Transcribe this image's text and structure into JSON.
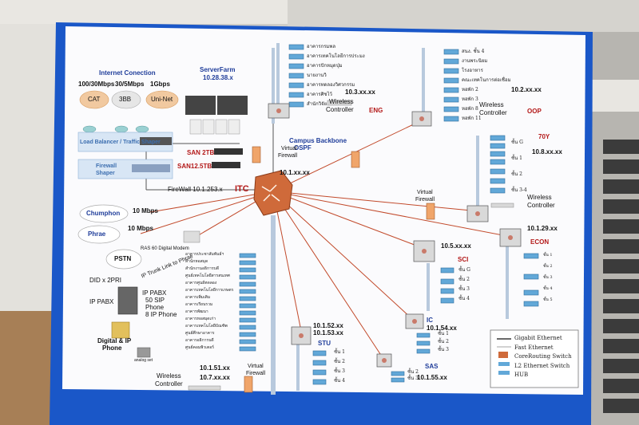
{
  "internet": {
    "title": "Internet Conection",
    "speeds": [
      "100/30Mbps",
      "30/5Mbps",
      "1Gbps"
    ],
    "clouds": [
      "CAT",
      "3BB",
      "Uni-Net"
    ]
  },
  "edge_devices": {
    "shaper": "Load Balancer / Traffic Shaper",
    "firewall_shaper": [
      "Firewall",
      "Shaper"
    ],
    "firewall": "FireWall 10.1.253.x"
  },
  "serverfarm": {
    "title": "ServerFarm",
    "subnet": "10.28.38.x",
    "san1": "SAN 2TB",
    "san2": "SAN12.5TB"
  },
  "core": {
    "label": "ITC",
    "subnet": "10.1.xx.xx",
    "backbone": [
      "Campus Backbone",
      "OSPF"
    ],
    "virtual_firewall": [
      "Virtual",
      "Firewall"
    ]
  },
  "eng": {
    "label": "ENG",
    "subnet": "10.3.xx.xx",
    "wireless": [
      "Wireless",
      "Controller"
    ],
    "floors": [
      "อาคารกรมพล",
      "อาคารเทคโนโลยีการประมง",
      "อาคารปักหมุดปุ่ม",
      "นายงานวิ",
      "อาคารทดลองวิศวกรรม",
      "อาคารศิชไว้",
      "สำนักวิจัย"
    ]
  },
  "oop": {
    "label": "OOP",
    "subnet": "10.2.xx.xx",
    "wireless": [
      "Wireless",
      "Controller"
    ],
    "floors": [
      "สนง. ชั้น 4",
      "งานพระนิยม",
      "โรงอาหาร",
      "คณะเทคโนการต่อเชื่อม",
      "หอพัก 2",
      "หอพัก 3",
      "หอพัก 8",
      "หอพัก 11"
    ]
  },
  "y70": {
    "label": "70Y",
    "subnet": "10.8.xx.xx",
    "wireless": [
      "Wireless",
      "Controller"
    ],
    "floors": [
      "ชั้น G",
      "ชั้น 1",
      "ชั้น 2",
      "ชั้น 3-4"
    ]
  },
  "virtual_firewall_2": [
    "Virtual",
    "Firewall"
  ],
  "econ": {
    "label": "ECON",
    "subnet": "10.1.29.xx",
    "floors": [
      "ชั้น 1",
      "ชั้น 2",
      "ชั้น 3",
      "ชั้น 4",
      "ชั้น 5"
    ]
  },
  "sci": {
    "label": "SCI",
    "subnet": "10.5.xx.xx",
    "floors": [
      "ชั้น G",
      "ชั้น 2",
      "ชั้น 3",
      "ชั้น 4"
    ]
  },
  "ic": {
    "label": "IC",
    "subnet": "10.1.54.xx",
    "floors": [
      "ชั้น 1",
      "ชั้น 2",
      "ชั้น 3"
    ]
  },
  "sas": {
    "label": "SAS",
    "subnet": "10.1.55.xx",
    "floors": [
      "ชั้น 2",
      "ชั้น 3"
    ]
  },
  "stu": {
    "label": "STU",
    "subnets": [
      "10.1.52.xx",
      "10.1.53.xx"
    ],
    "floors": [
      "ชั้น 1",
      "ชั้น 2",
      "ชั้น 3",
      "ชั้น 4"
    ]
  },
  "itc_access": {
    "subnets": [
      "10.1.51.xx",
      "10.7.xx.xx"
    ],
    "wireless": [
      "Wireless",
      "Controller"
    ],
    "virtual_firewall": [
      "Virtual",
      "Firewall"
    ],
    "floors": [
      "อาคารประชาสัมพันธ์ฯ",
      "สำนักหอสมุด",
      "สำนักงานอธิการบดี",
      "ศูนย์เทคโนโลยีสารสนเทศ",
      "อาคารศูนย์ทดลอง",
      "อาคารเทคโนโลยีการเกษตร",
      "อาคารเพิ่มเติม",
      "อาคารเรียนรวม",
      "อาคารพัฒนา",
      "อาคารหอสมุดเก่า",
      "อาคารเทคโนโลยีบัณฑิต",
      "ศูนย์ศึกษาอาคาร",
      "อาคารอธิการบดี",
      "ศูนย์คอมพิวเตอร์"
    ]
  },
  "remote": {
    "chumphon": "Chumphon",
    "chumphon_speed": "10 Mbps",
    "phrae": "Phrae",
    "phrae_speed": "10 Mbps",
    "modem": "RAS 60 Digital Modem"
  },
  "voice": {
    "pstn": "PSTN",
    "did": "DID x 2PRI",
    "ip_trunk": "IP Trunk Link to Phrae",
    "ip_pabx": "IP PABX",
    "pabx_box": [
      "IP PABX",
      "50 SIP",
      "Phone"
    ],
    "ip_phone": "8 IP Phone",
    "digital_phone": [
      "Digital & IP",
      "Phone"
    ],
    "analog": "analog set"
  },
  "legend": {
    "items": [
      "Gigabit Ethernet",
      "Fast Ethernet",
      "CoreRouting Switch",
      "L2 Ethernet Switch",
      "HUB"
    ]
  },
  "colors": {
    "poster": "#fbfbfd",
    "board": "#1a57c8",
    "router": "#cf6a3a",
    "switch": "#62a8d8",
    "heading_blue": "#1f3d9a",
    "label_red": "#b31818"
  }
}
